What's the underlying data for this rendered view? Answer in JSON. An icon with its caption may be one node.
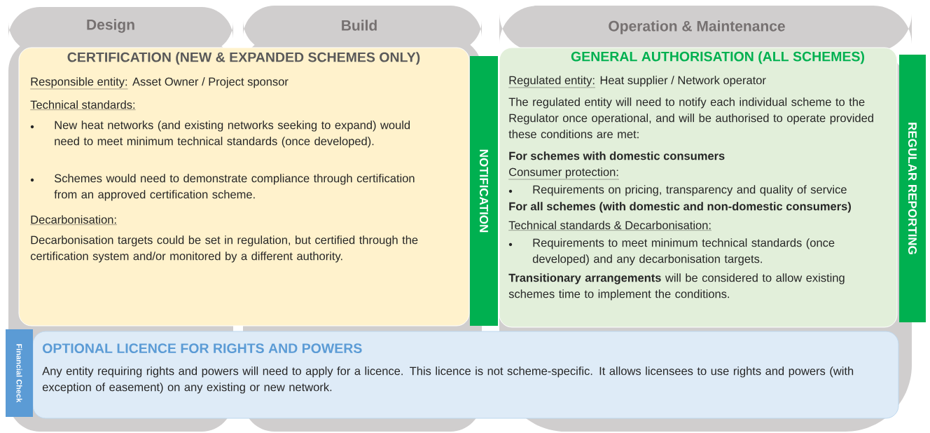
{
  "diagram": {
    "nodes": [
      {
        "text": [
          "Design"
        ]
      },
      {
        "text": [
          "Build"
        ]
      },
      {
        "text": [
          "Operation & Maintenance"
        ]
      },
      {
        "text": [
          "CERTIFICATION (NEW & EXPANDED SCHEMES ONLY)",
          "Responsible entity:",
          "Asset Owner / Project sponsor",
          "Technical standards:",
          "New heat networks (and existing networks seeking to expand) would need to meet minimum technical standards (once developed).",
          "Schemes would need to demonstrate compliance through certification from an approved certification scheme.",
          "Decarbonisation:",
          "Decarbonisation targets could be set in regulation, but certified through the certification system and/or monitored by a different authority."
        ]
      },
      {
        "text": [
          "NOTIFICATION"
        ]
      },
      {
        "text": [
          "GENERAL AUTHORISATION (ALL SCHEMES)",
          "Regulated entity:",
          "Heat supplier / Network operator",
          "The regulated entity will need to notify each individual scheme to the Regulator once operational, and will be authorised to operate provided these conditions are met:",
          "For schemes with domestic consumers",
          "Consumer protection:",
          "Requirements on pricing, transparency and quality of service",
          "For all schemes (with domestic and non-domestic consumers)",
          "Technical standards & Decarbonisation:",
          "Requirements to meet minimum technical standards (once developed) and any decarbonisation targets.",
          "**Transitionary arrangements** will be considered to allow existing schemes time to implement the conditions."
        ]
      },
      {
        "text": [
          "REGULAR REPORTING"
        ]
      },
      {
        "text": [
          "OPTIONAL LICENCE FOR RIGHTS AND POWERS",
          "Any entity requiring rights and powers will need to apply for a licence. This licence is not scheme-specific. It allows licensees to use rights and powers (with exception of easement) on any existing or new network."
        ]
      },
      {
        "text": [
          "Financial Check"
        ]
      }
    ]
  }
}
